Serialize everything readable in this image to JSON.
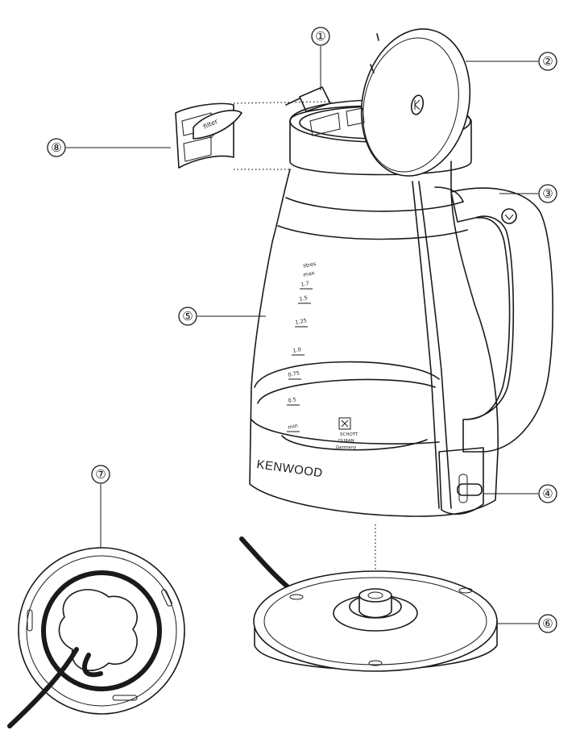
{
  "brand_label": "KENWOOD",
  "filter_label": "filter",
  "scale": {
    "unit": "litres",
    "max": "max",
    "marks": [
      "1.7",
      "1.5",
      "1.25",
      "1.0",
      "0.75",
      "0.5",
      "min"
    ]
  },
  "glass_badge": {
    "line1": "SCHOTT",
    "line2": "DURAN",
    "line3": "Germany"
  },
  "callouts": [
    "①",
    "②",
    "③",
    "④",
    "⑤",
    "⑥",
    "⑦",
    "⑧"
  ]
}
